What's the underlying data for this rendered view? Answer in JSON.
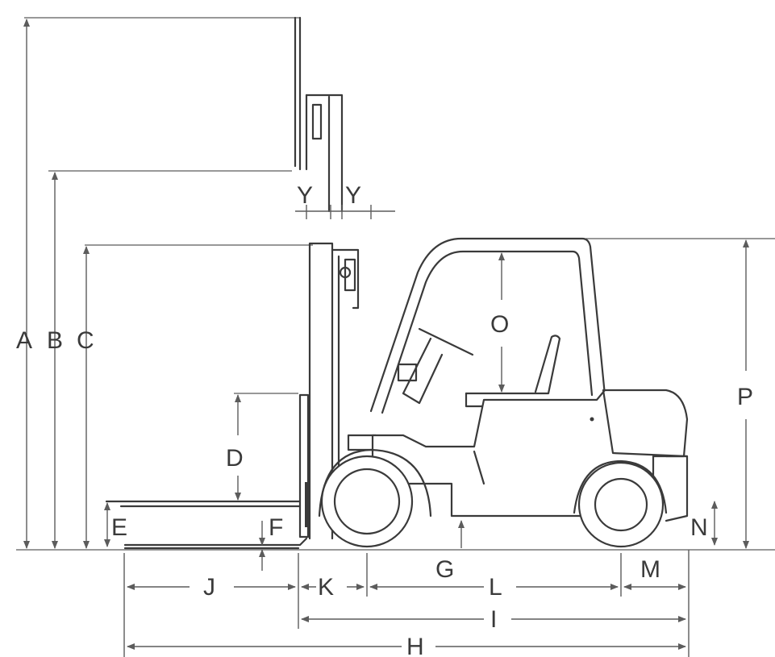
{
  "labels": {
    "A": "A",
    "B": "B",
    "C": "C",
    "D": "D",
    "E": "E",
    "F": "F",
    "G": "G",
    "H": "H",
    "I": "I",
    "J": "J",
    "K": "K",
    "L": "L",
    "M": "M",
    "N": "N",
    "O": "O",
    "P": "P",
    "Y1": "Y",
    "Y2": "Y"
  },
  "colors": {
    "line": "#3a3a3a",
    "dimension": "#5c5c5c",
    "background": "#ffffff"
  }
}
